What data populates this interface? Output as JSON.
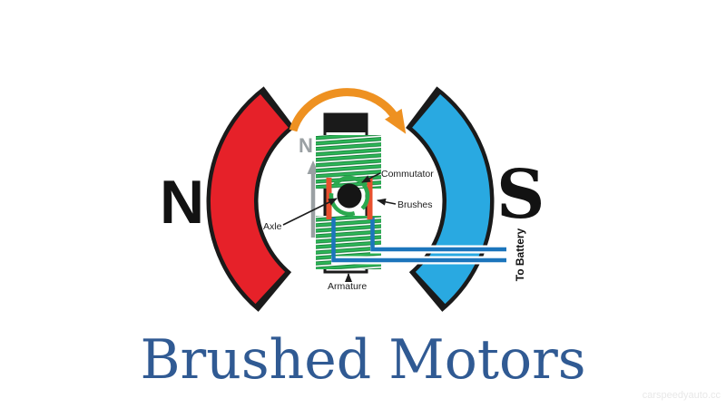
{
  "caption": {
    "text": "Brushed Motors"
  },
  "watermark": {
    "text": "carspeedyauto.cc"
  },
  "poles": {
    "north": "N",
    "south": "S"
  },
  "field": {
    "direction_label": "N"
  },
  "labels": {
    "commutator": "Commutator",
    "brushes": "Brushes",
    "axle": "Axle",
    "armature": "Armature",
    "to_battery": "To Battery"
  },
  "colors": {
    "north_magnet": "#e62129",
    "south_magnet": "#29a9e1",
    "rotation_arrow": "#ee9121",
    "coil": "#27ae4e",
    "wire": "#1c75bc",
    "brush": "#e8502e",
    "field_arrow": "#9aa0a3",
    "caption": "#305a93"
  }
}
